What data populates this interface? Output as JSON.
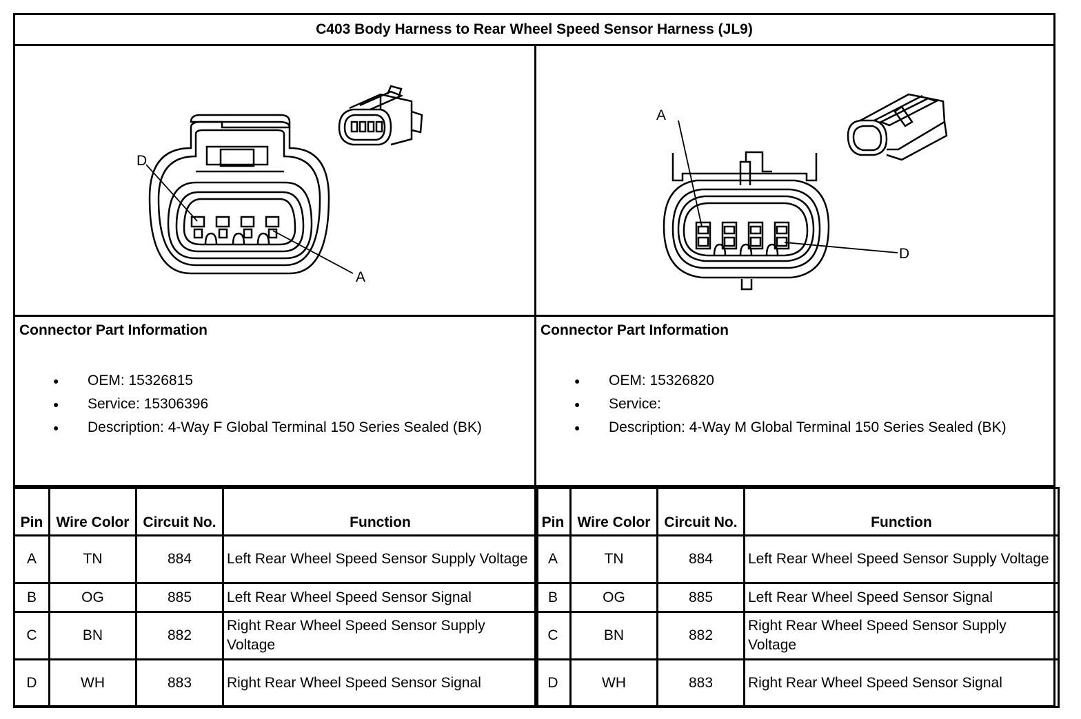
{
  "title": "C403 Body Harness to Rear Wheel Speed Sensor Harness (JL9)",
  "connectors": [
    {
      "callouts": {
        "d": "D",
        "a": "A"
      },
      "info_heading": "Connector Part Information",
      "info": [
        "OEM: 15326815",
        "Service: 15306396",
        "Description: 4-Way F Global Terminal 150 Series Sealed (BK)"
      ],
      "table": {
        "headers": {
          "pin": "Pin",
          "wire_color": "Wire Color",
          "circuit": "Circuit No.",
          "function": "Function"
        },
        "rows": [
          {
            "pin": "A",
            "color": "TN",
            "circuit": "884",
            "function": "Left Rear Wheel Speed Sensor Supply Voltage"
          },
          {
            "pin": "B",
            "color": "OG",
            "circuit": "885",
            "function": "Left Rear Wheel Speed Sensor Signal"
          },
          {
            "pin": "C",
            "color": "BN",
            "circuit": "882",
            "function": "Right Rear Wheel Speed Sensor Supply Voltage"
          },
          {
            "pin": "D",
            "color": "WH",
            "circuit": "883",
            "function": "Right Rear Wheel Speed Sensor Signal"
          }
        ]
      }
    },
    {
      "callouts": {
        "a": "A",
        "d": "D"
      },
      "info_heading": "Connector Part Information",
      "info": [
        "OEM: 15326820",
        "Service:",
        "Description: 4-Way M Global Terminal 150 Series Sealed (BK)"
      ],
      "table": {
        "headers": {
          "pin": "Pin",
          "wire_color": "Wire Color",
          "circuit": "Circuit No.",
          "function": "Function"
        },
        "rows": [
          {
            "pin": "A",
            "color": "TN",
            "circuit": "884",
            "function": "Left Rear Wheel Speed Sensor Supply Voltage"
          },
          {
            "pin": "B",
            "color": "OG",
            "circuit": "885",
            "function": "Left Rear Wheel Speed Sensor Signal"
          },
          {
            "pin": "C",
            "color": "BN",
            "circuit": "882",
            "function": "Right Rear Wheel Speed Sensor Supply Voltage"
          },
          {
            "pin": "D",
            "color": "WH",
            "circuit": "883",
            "function": "Right Rear Wheel Speed Sensor Signal"
          }
        ]
      }
    }
  ]
}
